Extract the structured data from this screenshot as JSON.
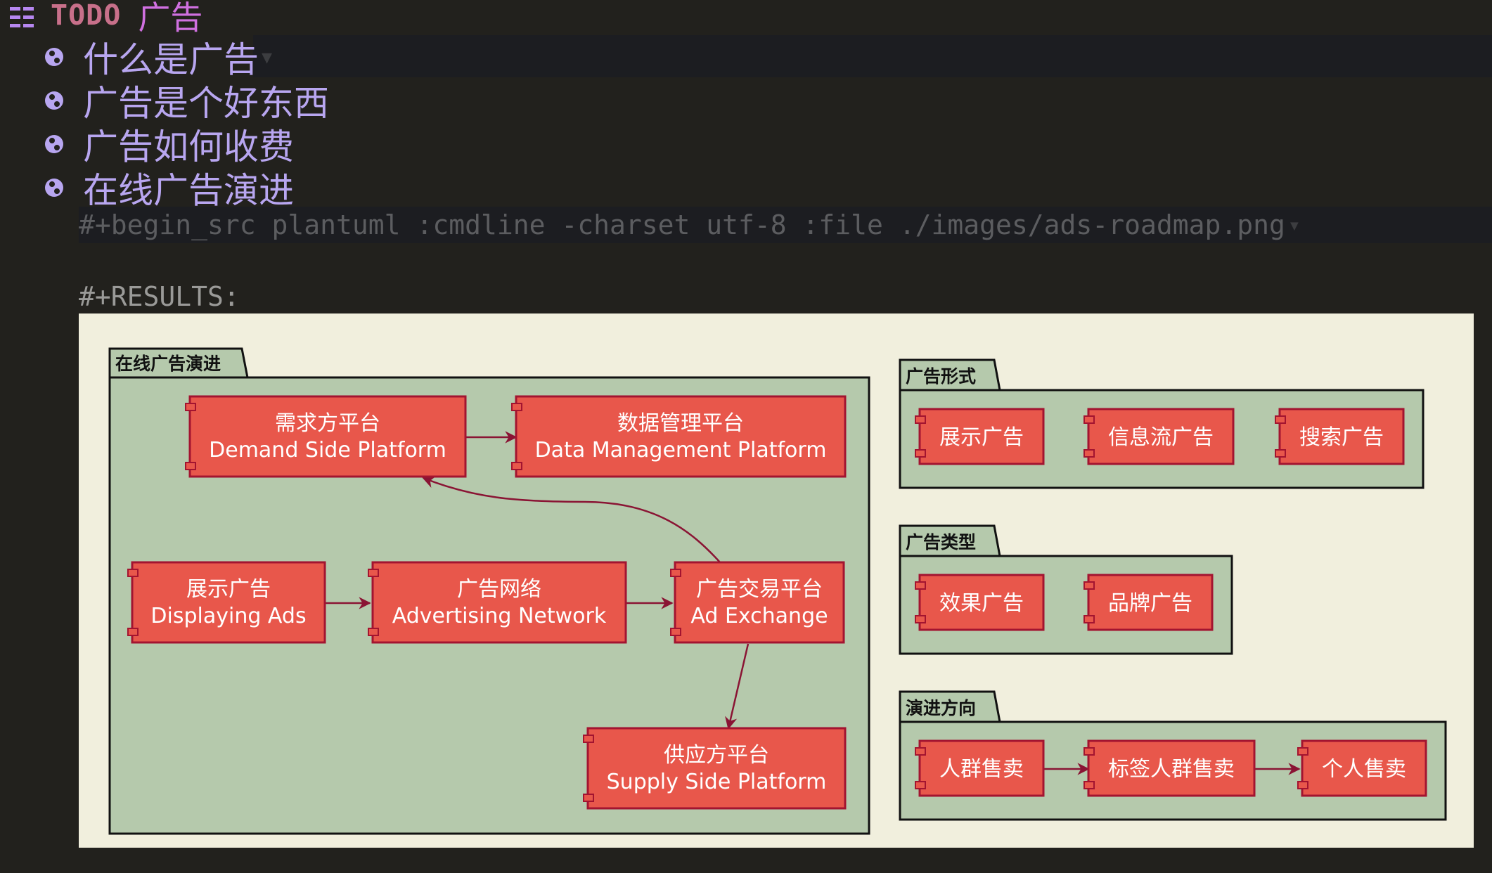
{
  "heading": {
    "keyword": "TODO",
    "title": "广告"
  },
  "list": {
    "items": [
      "什么是广告",
      "广告是个好东西",
      "广告如何收费",
      "在线广告演进"
    ],
    "fold_marker": "▾"
  },
  "source_block": {
    "header": "#+begin_src plantuml :cmdline -charset utf-8 :file ./images/ads-roadmap.png",
    "results_label": "#+RESULTS:"
  },
  "diagram": {
    "background_color": "#f1efdd",
    "package_color": "#b5c9ac",
    "component_color": "#e8574b",
    "component_border": "#a31430",
    "arrow_color": "#8a1434",
    "packages": {
      "evolution": {
        "title": "在线广告演进",
        "components": {
          "dsp": [
            "需求方平台",
            "Demand Side Platform"
          ],
          "dmp": [
            "数据管理平台",
            "Data Management Platform"
          ],
          "display": [
            "展示广告",
            "Displaying Ads"
          ],
          "network": [
            "广告网络",
            "Advertising Network"
          ],
          "exchange": [
            "广告交易平台",
            "Ad Exchange"
          ],
          "ssp": [
            "供应方平台",
            "Supply Side Platform"
          ]
        }
      },
      "forms": {
        "title": "广告形式",
        "components": [
          "展示广告",
          "信息流广告",
          "搜索广告"
        ]
      },
      "types": {
        "title": "广告类型",
        "components": [
          "效果广告",
          "品牌广告"
        ]
      },
      "direction": {
        "title": "演进方向",
        "components": [
          "人群售卖",
          "标签人群售卖",
          "个人售卖"
        ]
      }
    }
  }
}
